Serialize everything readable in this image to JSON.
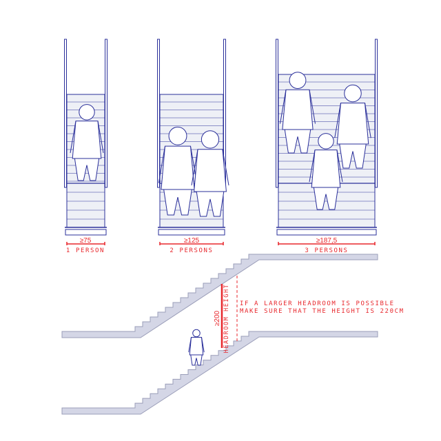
{
  "colors": {
    "line": "#2a2f9a",
    "annotation": "#e8262b",
    "slab": "#d4d6e6"
  },
  "plans": [
    {
      "dimension": "≥75",
      "label": "1 PERSON"
    },
    {
      "dimension": "≥125",
      "label": "2 PERSONS"
    },
    {
      "dimension": "≥187,5",
      "label": "3 PERSONS"
    }
  ],
  "section": {
    "headroom_dimension": "≥200",
    "headroom_label": "HEADROOM HEIGHT",
    "note_line1": "IF A LARGER HEADROOM IS POSSIBLE",
    "note_line2": "MAKE SURE THAT THE HEIGHT IS 220CM"
  }
}
